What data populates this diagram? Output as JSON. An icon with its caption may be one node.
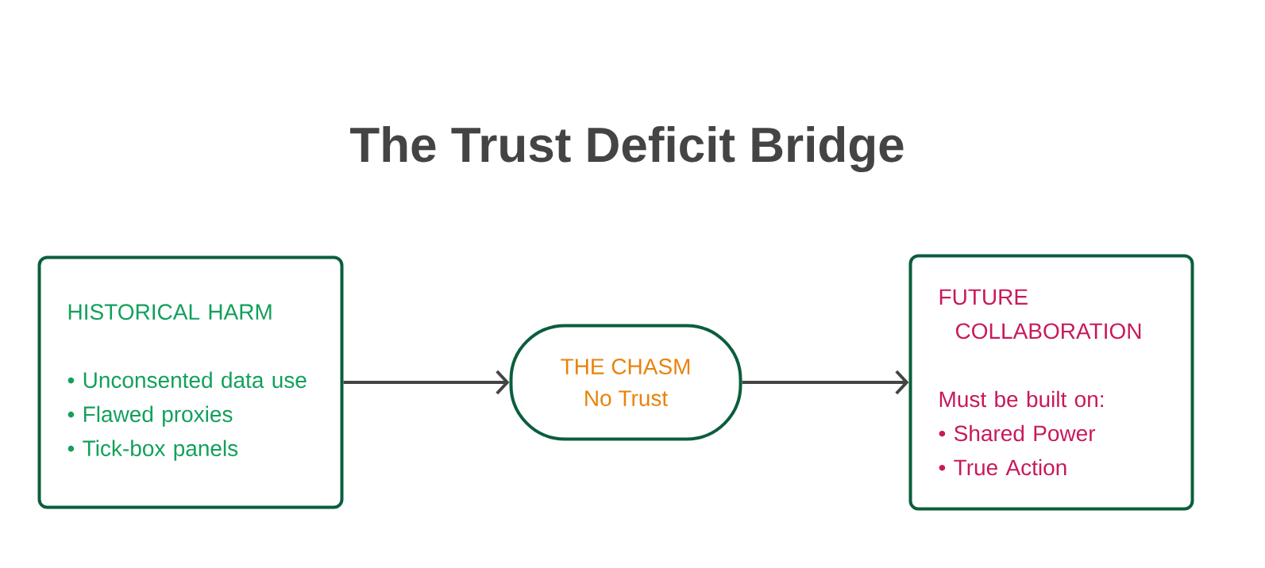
{
  "diagram": {
    "title": "The Trust Deficit Bridge",
    "nodes": [
      {
        "text": [
          "HISTORICAL HARM",
          "• Unconsented data use",
          "• Flawed proxies",
          "• Tick-box panels"
        ]
      },
      {
        "text": [
          "THE CHASM",
          "No Trust"
        ]
      },
      {
        "text": [
          "FUTURE COLLABORATION",
          "Must be built on:",
          "• Shared Power",
          "• True Action"
        ]
      }
    ],
    "edges": [
      {
        "from": 0,
        "to": 1,
        "arrow": "to"
      },
      {
        "from": 1,
        "to": 2,
        "arrow": "to"
      }
    ]
  }
}
